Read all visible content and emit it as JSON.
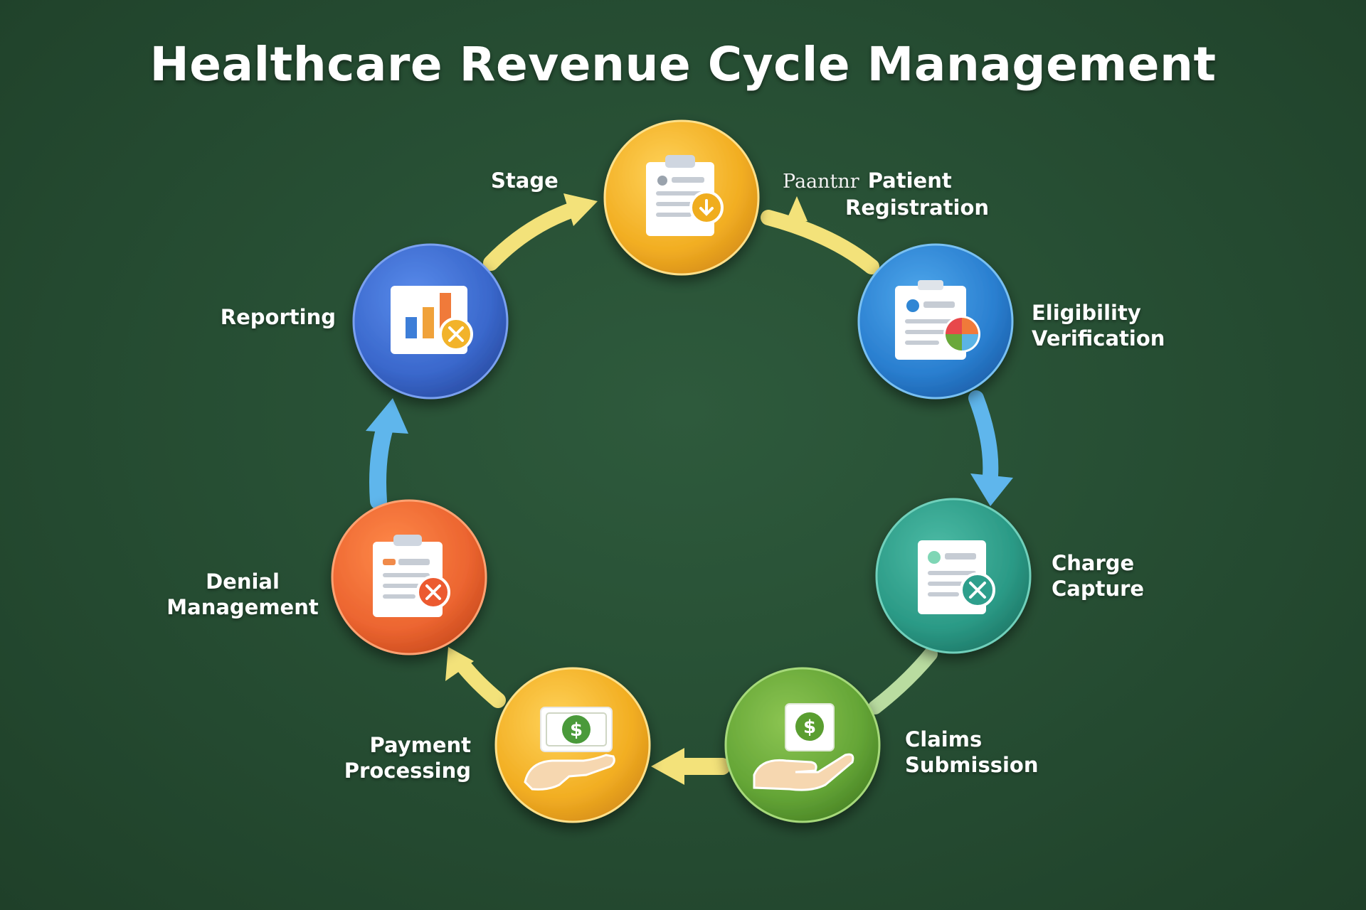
{
  "title": "Healthcare Revenue Cycle Management",
  "labels": {
    "stage": "Stage",
    "registration_prefix": "Paantnr",
    "registration_line1": "Patient",
    "registration_line2": "Registration",
    "eligibility_line1": "Eligibility",
    "eligibility_line2": "Verification",
    "charge_line1": "Charge",
    "charge_line2": "Capture",
    "claims_line1": "Claims",
    "claims_line2": "Submission",
    "payment_line1": "Payment",
    "payment_line2": "Processing",
    "denial_line1": "Denial",
    "denial_line2": "Management",
    "reporting": "Reporting"
  },
  "nodes": [
    {
      "id": "patient-registration",
      "color": "#f0b52e",
      "icon": "clipboard-check-icon"
    },
    {
      "id": "eligibility-verification",
      "color": "#2f86d4",
      "icon": "document-pie-chart-icon"
    },
    {
      "id": "charge-capture",
      "color": "#2e9f8c",
      "icon": "document-check-icon"
    },
    {
      "id": "claims-submission",
      "color": "#6aa83a",
      "icon": "hand-money-icon"
    },
    {
      "id": "payment-processing",
      "color": "#f0b52e",
      "icon": "hand-payment-icon"
    },
    {
      "id": "denial-management",
      "color": "#ec6a33",
      "icon": "clipboard-x-icon"
    },
    {
      "id": "reporting",
      "color": "#3d6fcf",
      "icon": "bar-chart-icon"
    }
  ],
  "colors": {
    "background": "#274f34",
    "arrow_yellow": "#f3e27a",
    "arrow_blue": "#5fb6ec",
    "arrow_green": "#b9dca0"
  }
}
